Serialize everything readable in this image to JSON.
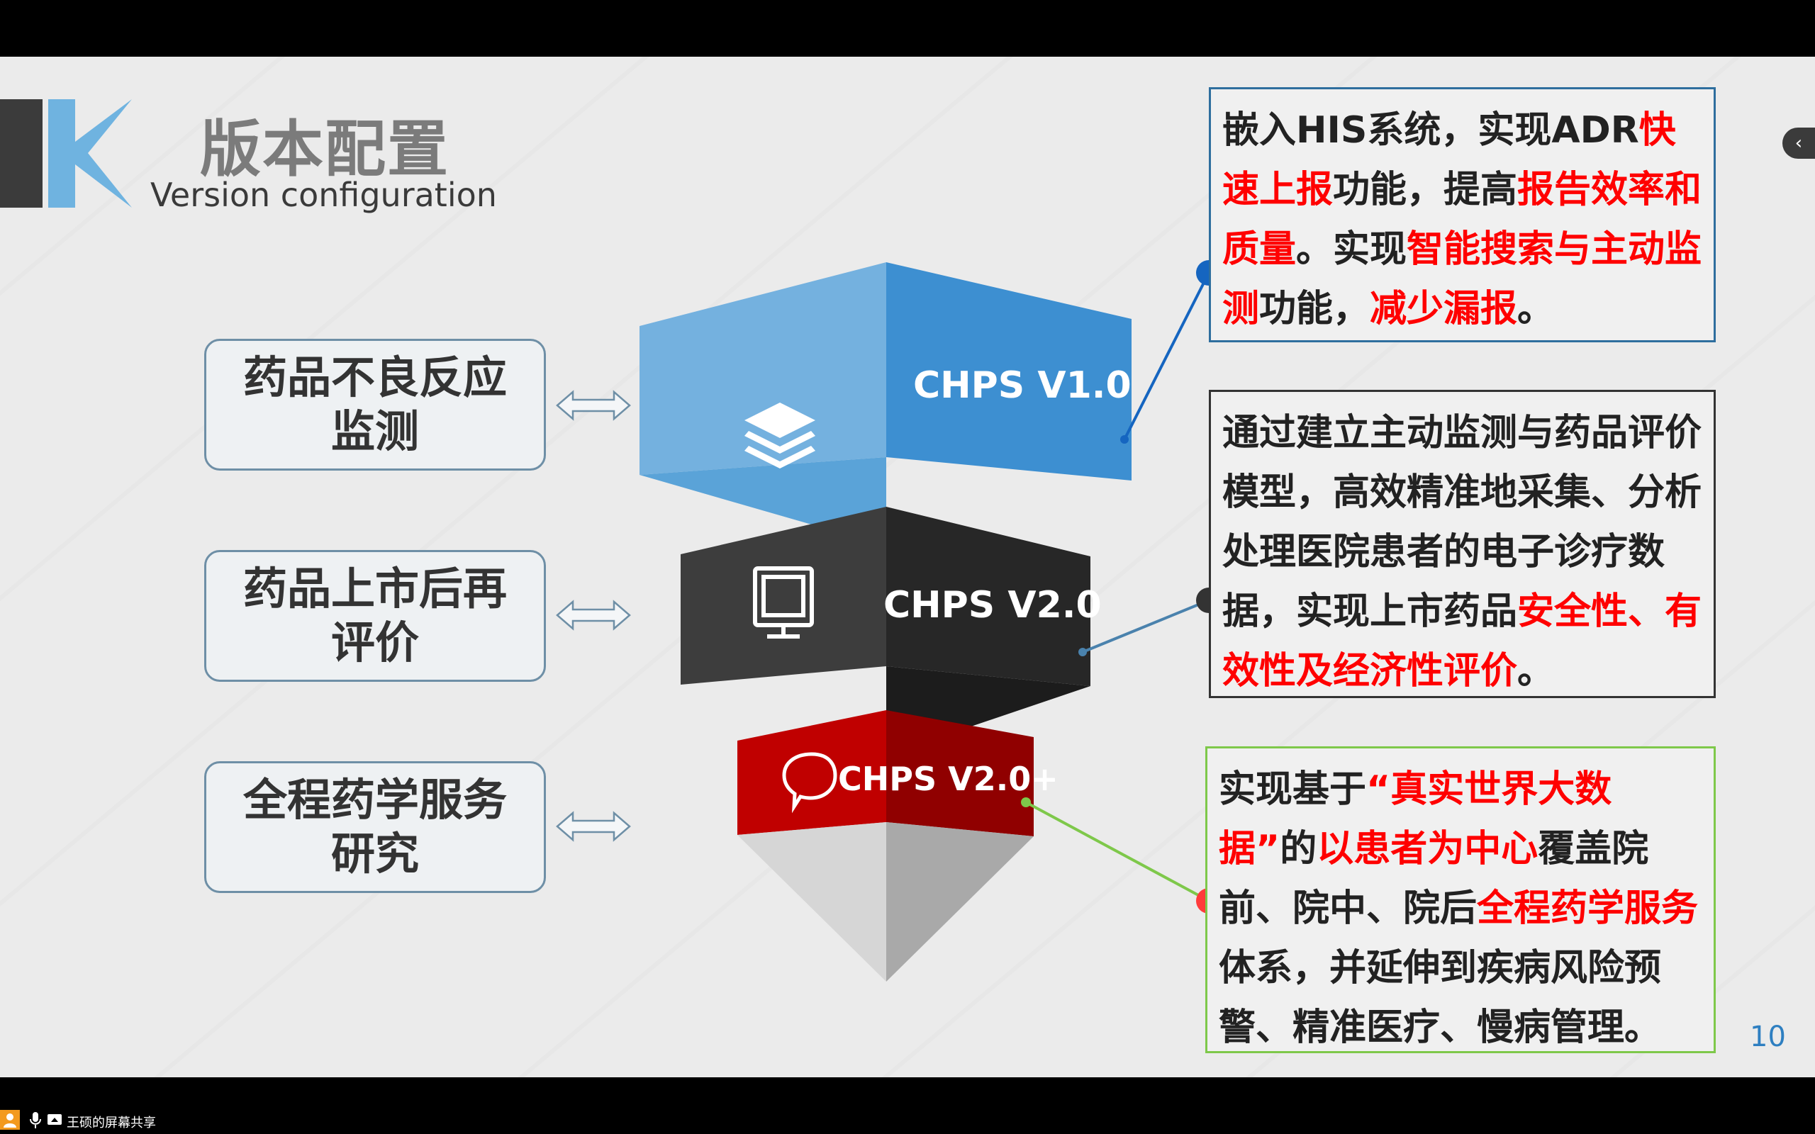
{
  "slide": {
    "title_cn": "版本配置",
    "title_en": "Version configuration",
    "page_number": "10"
  },
  "features": [
    {
      "label": "药品不良反应监测"
    },
    {
      "label": "药品上市后再评价"
    },
    {
      "label": "全程药学服务研究"
    }
  ],
  "versions": [
    {
      "label": "CHPS V1.0",
      "color": "#3d8fd1",
      "icon": "layers-icon"
    },
    {
      "label": "CHPS V2.0",
      "color": "#333333",
      "icon": "monitor-icon"
    },
    {
      "label": "CHPS V2.0+",
      "color": "#c00000",
      "icon": "chat-bubble-icon"
    }
  ],
  "descriptions": [
    {
      "border_color": "#2e6e9e",
      "segments": [
        {
          "text": "嵌入HIS系统，实现ADR",
          "highlight": false
        },
        {
          "text": "快速上报",
          "highlight": true
        },
        {
          "text": "功能，提高",
          "highlight": false
        },
        {
          "text": "报告效率和质量",
          "highlight": true
        },
        {
          "text": "。实现",
          "highlight": false
        },
        {
          "text": "智能搜索与主动监测",
          "highlight": true
        },
        {
          "text": "功能，",
          "highlight": false
        },
        {
          "text": "减少漏报",
          "highlight": true
        },
        {
          "text": "。",
          "highlight": false
        }
      ]
    },
    {
      "border_color": "#333333",
      "segments": [
        {
          "text": "通过建立主动监测与药品评价模型，高效精准地采集、分析处理医院患者的电子诊疗数据，实现上市药品",
          "highlight": false
        },
        {
          "text": "安全性、有效性及经济性评价",
          "highlight": true
        },
        {
          "text": "。",
          "highlight": false
        }
      ]
    },
    {
      "border_color": "#7ec84a",
      "segments": [
        {
          "text": "实现基于",
          "highlight": false
        },
        {
          "text": "“真实世界大数据”",
          "highlight": true
        },
        {
          "text": "的",
          "highlight": false
        },
        {
          "text": "以患者为中心",
          "highlight": true
        },
        {
          "text": "覆盖院前、院中、院后",
          "highlight": false
        },
        {
          "text": "全程药学服务",
          "highlight": true
        },
        {
          "text": "体系，并延伸到疾病风险预警、精准医疗、慢病管理。",
          "highlight": false
        }
      ]
    }
  ],
  "taskbar": {
    "share_label": "王硕的屏幕共享"
  },
  "colors": {
    "accent_blue": "#3d8fd1",
    "highlight_red": "#ff0000",
    "green": "#7ec84a",
    "background": "#ebebeb"
  }
}
